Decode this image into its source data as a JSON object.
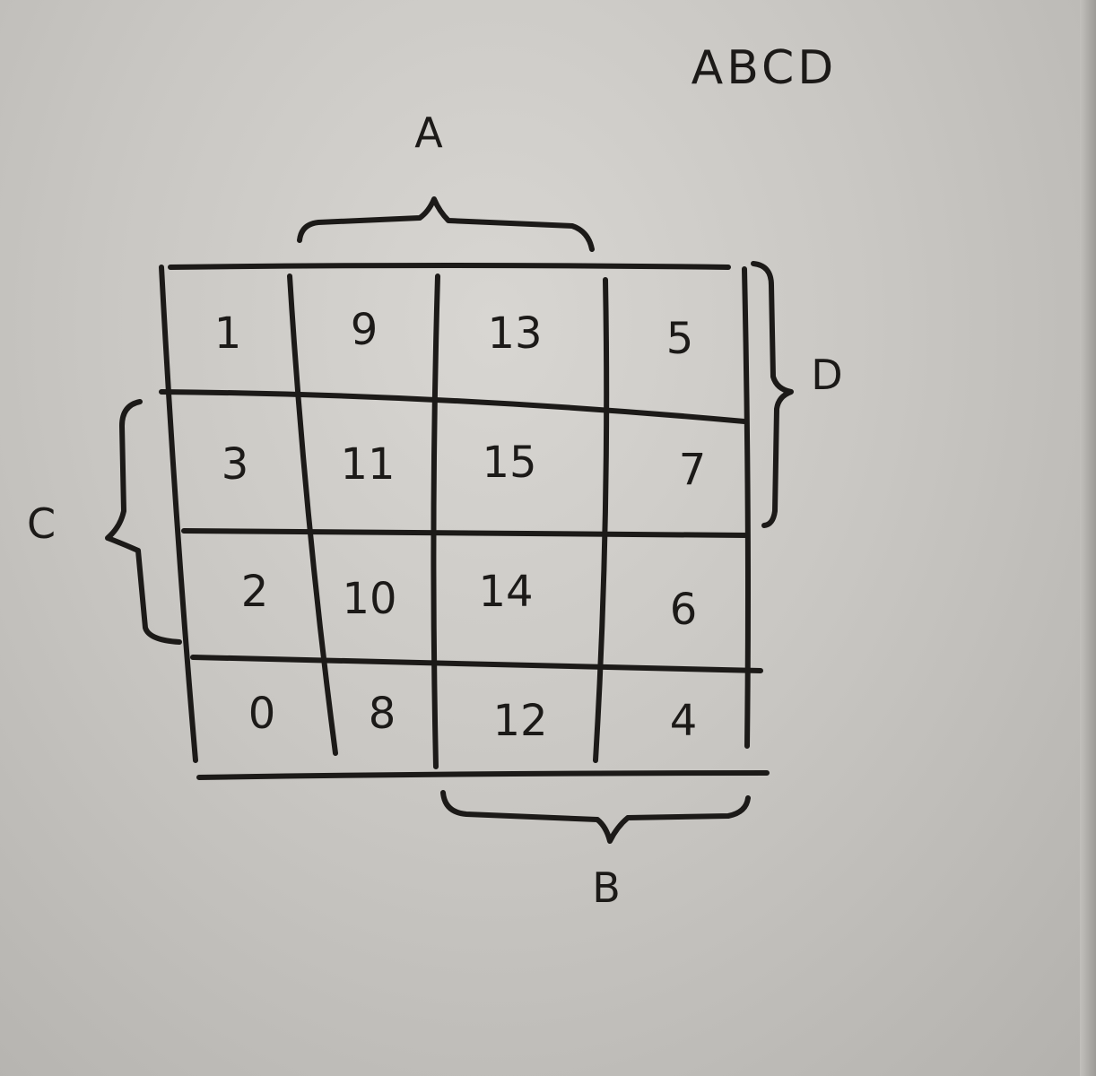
{
  "title": "ABCD",
  "variable_labels": {
    "a": "A",
    "b": "B",
    "c": "C",
    "d": "D"
  },
  "kmap": {
    "rows": [
      [
        "1",
        "9",
        "13",
        "5"
      ],
      [
        "3",
        "11",
        "15",
        "7"
      ],
      [
        "2",
        "10",
        "14",
        "6"
      ],
      [
        "0",
        "8",
        "12",
        "4"
      ]
    ]
  },
  "colors": {
    "ink": "#1c1a18",
    "board": "#d8d6d2"
  }
}
